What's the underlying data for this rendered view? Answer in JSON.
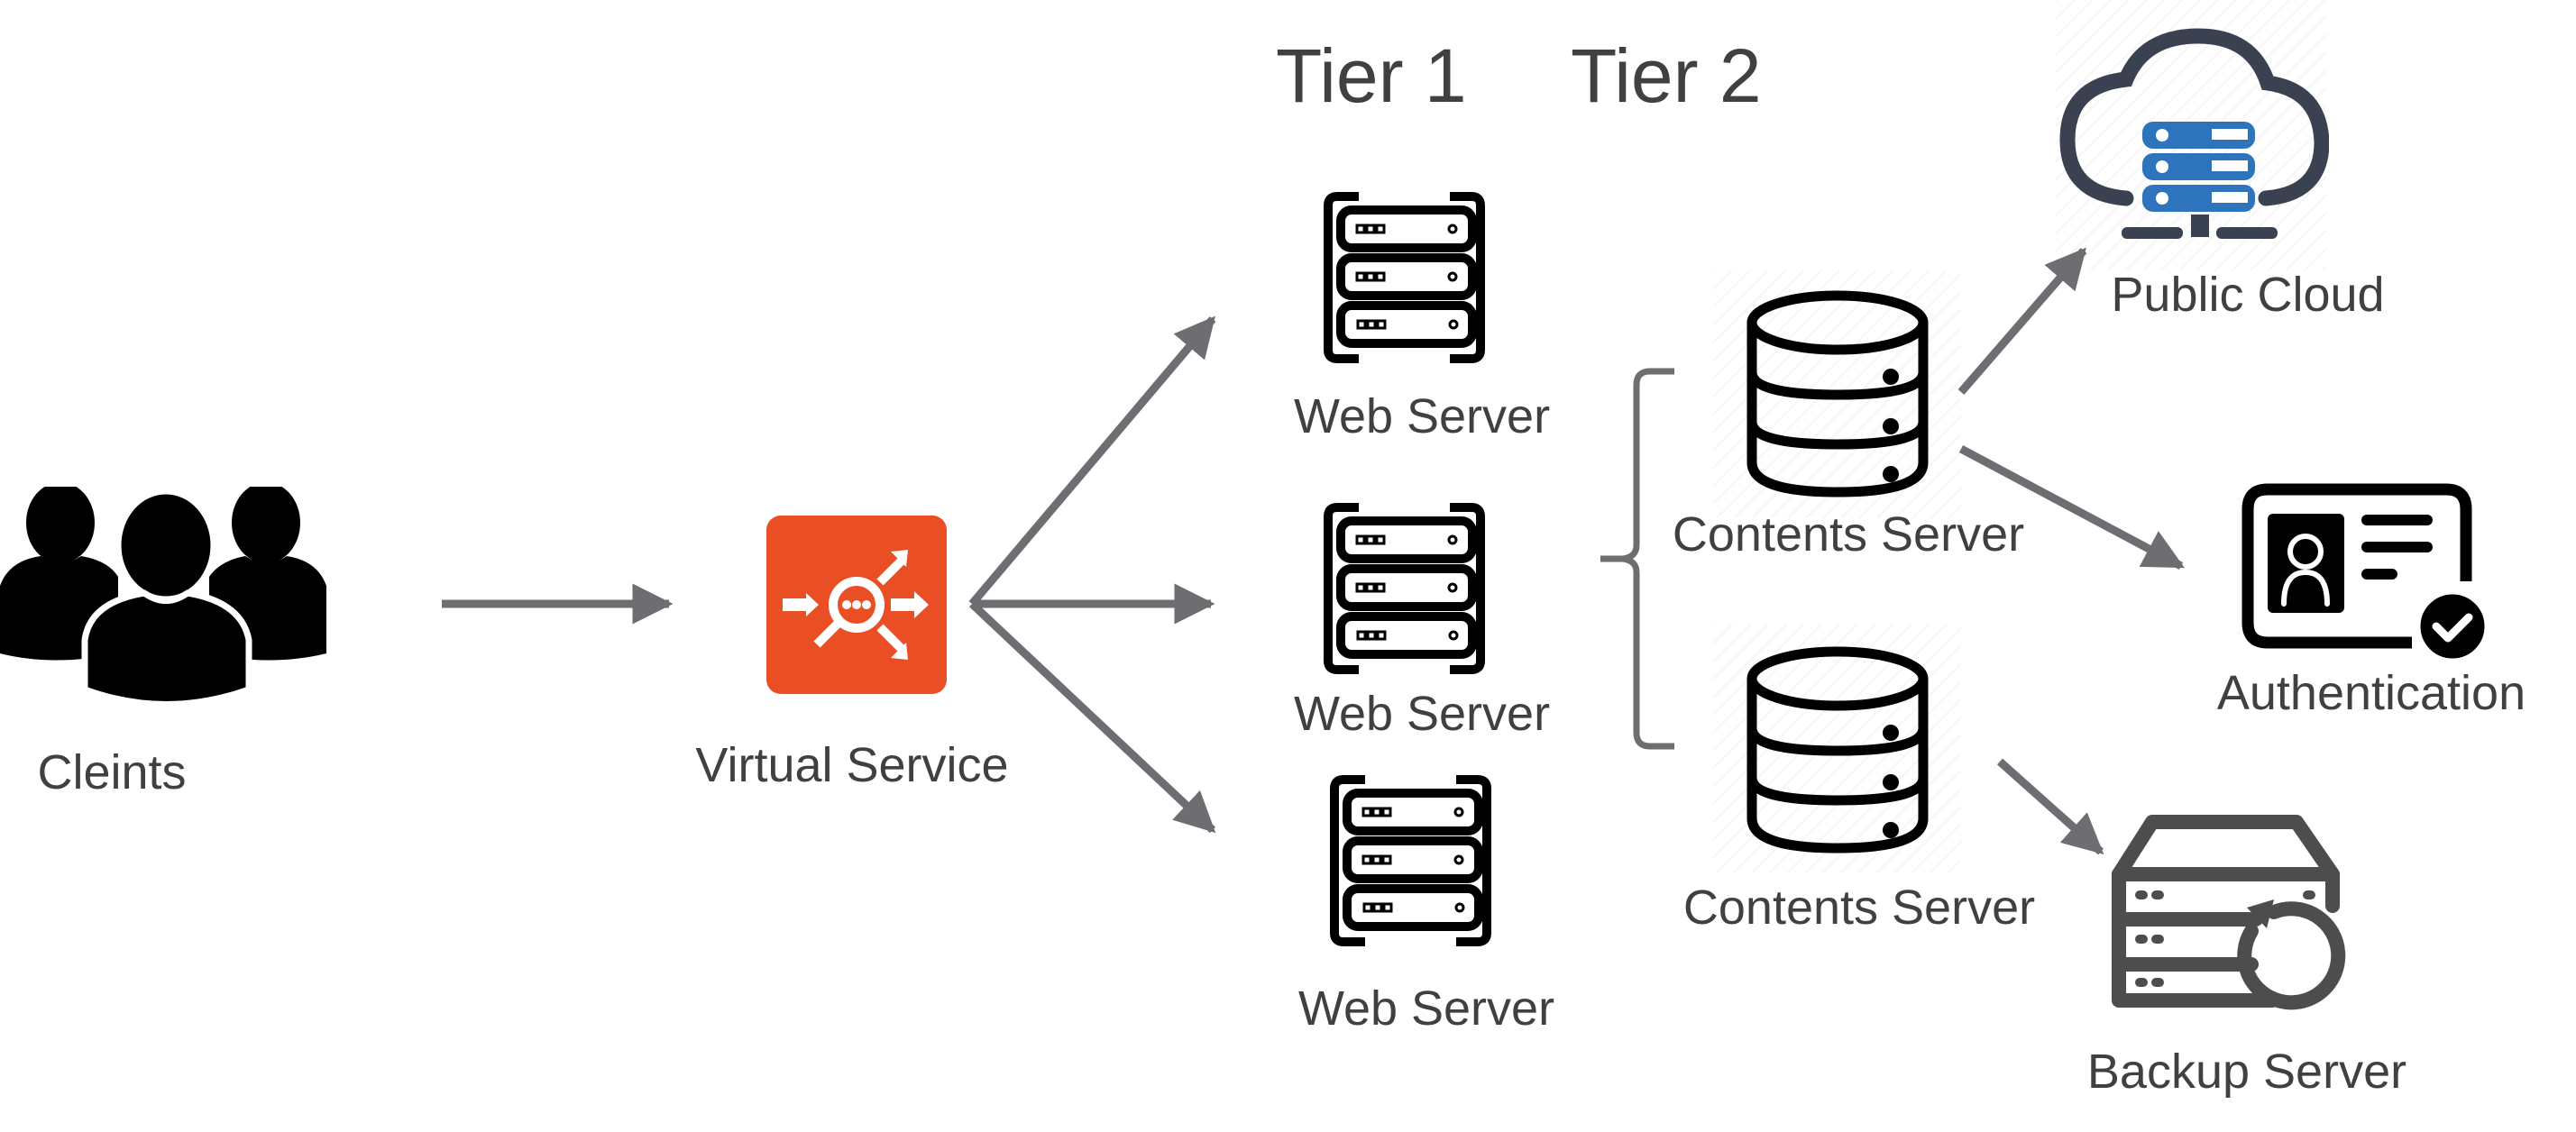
{
  "diagram": {
    "headers": {
      "tier1": "Tier 1",
      "tier2": "Tier 2"
    },
    "nodes": {
      "clients": {
        "label": "Cleints",
        "icon": "users-group-icon"
      },
      "virtual_service": {
        "label": "Virtual Service",
        "icon": "load-balancer-icon",
        "color": "#e94e24"
      },
      "web_servers": [
        {
          "label": "Web Server",
          "icon": "server-rack-icon"
        },
        {
          "label": "Web Server",
          "icon": "server-rack-icon"
        },
        {
          "label": "Web Server",
          "icon": "server-rack-icon"
        }
      ],
      "contents_servers": [
        {
          "label": "Contents Server",
          "icon": "database-icon"
        },
        {
          "label": "Contents Server",
          "icon": "database-icon"
        }
      ],
      "public_cloud": {
        "label": "Public Cloud",
        "icon": "cloud-server-icon",
        "colors": {
          "outline": "#3a4151",
          "server": "#2e74bd"
        }
      },
      "authentication": {
        "label": "Authentication",
        "icon": "id-card-check-icon"
      },
      "backup_server": {
        "label": "Backup Server",
        "icon": "backup-server-icon"
      }
    },
    "edges": [
      {
        "from": "Cleints",
        "to": "Virtual Service"
      },
      {
        "from": "Virtual Service",
        "to": "Web Server 1"
      },
      {
        "from": "Virtual Service",
        "to": "Web Server 2"
      },
      {
        "from": "Virtual Service",
        "to": "Web Server 3"
      },
      {
        "from": "Contents Server 1",
        "to": "Public Cloud"
      },
      {
        "from": "Contents Server 1",
        "to": "Authentication"
      },
      {
        "from": "Contents Server 2",
        "to": "Backup Server"
      }
    ],
    "arrow_color": "#6e6e72",
    "text_color": "#404040"
  }
}
